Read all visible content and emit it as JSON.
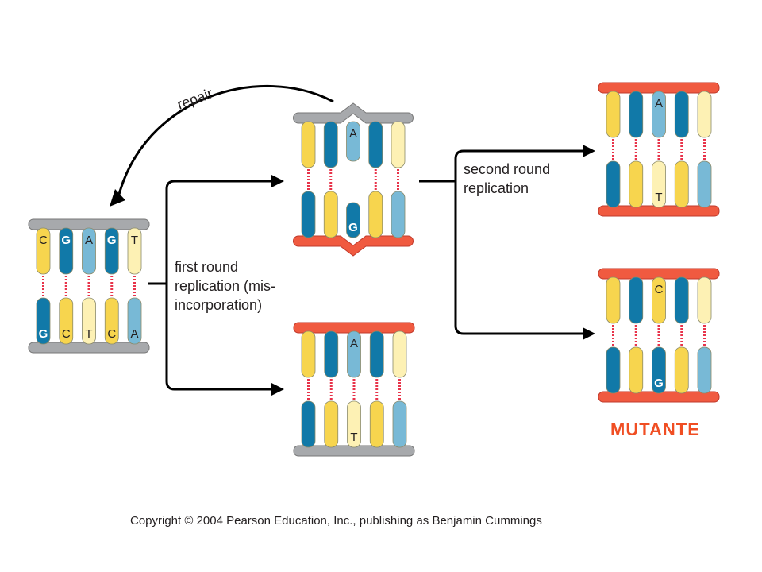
{
  "labels": {
    "repair": "repair",
    "first_round": [
      "first round",
      "replication (mis-",
      "incorporation)"
    ],
    "second_round": [
      "second round",
      "replication"
    ],
    "mutante": "MUTANTE",
    "copyright": "Copyright © 2004 Pearson Education, Inc., publishing as Benjamin Cummings"
  },
  "colors": {
    "parent_strand": "#a7a9ac",
    "new_strand": "#f05a40",
    "G": "#1179a8",
    "C": "#f7d54e",
    "A": "#78b9d6",
    "T": "#fdf1b4",
    "hbond": "#e8334a",
    "arrow": "#000000",
    "mutante_text": "#f04e23"
  },
  "duplexes": [
    {
      "id": "original",
      "top_strand": "parent",
      "bottom_strand": "parent",
      "top_bases": [
        "C",
        "G",
        "A",
        "G",
        "T"
      ],
      "bottom_bases": [
        "G",
        "C",
        "T",
        "C",
        "A"
      ],
      "top_letters": [
        "C",
        "G",
        "A",
        "G",
        "T"
      ],
      "bottom_letters": [
        "G",
        "C",
        "T",
        "C",
        "A"
      ]
    },
    {
      "id": "mismatch",
      "top_strand": "parent",
      "bottom_strand": "new",
      "top_bases": [
        "C",
        "G",
        "A",
        "G",
        "T"
      ],
      "bottom_bases": [
        "G",
        "C",
        "G",
        "C",
        "A"
      ],
      "top_letters": [
        "",
        "",
        "A",
        "",
        ""
      ],
      "bottom_letters": [
        "",
        "",
        "G",
        "",
        ""
      ]
    },
    {
      "id": "first-correct",
      "top_strand": "new",
      "bottom_strand": "parent",
      "top_bases": [
        "C",
        "G",
        "A",
        "G",
        "T"
      ],
      "bottom_bases": [
        "G",
        "C",
        "T",
        "C",
        "A"
      ],
      "top_letters": [
        "",
        "",
        "A",
        "",
        ""
      ],
      "bottom_letters": [
        "",
        "",
        "T",
        "",
        ""
      ]
    },
    {
      "id": "second-wildtype",
      "top_strand": "new",
      "bottom_strand": "new",
      "top_bases": [
        "C",
        "G",
        "A",
        "G",
        "T"
      ],
      "bottom_bases": [
        "G",
        "C",
        "T",
        "C",
        "A"
      ],
      "top_letters": [
        "",
        "",
        "A",
        "",
        ""
      ],
      "bottom_letters": [
        "",
        "",
        "T",
        "",
        ""
      ]
    },
    {
      "id": "second-mutant",
      "top_strand": "new",
      "bottom_strand": "new",
      "top_bases": [
        "C",
        "G",
        "C",
        "G",
        "T"
      ],
      "bottom_bases": [
        "G",
        "C",
        "G",
        "C",
        "A"
      ],
      "top_letters": [
        "",
        "",
        "C",
        "",
        ""
      ],
      "bottom_letters": [
        "",
        "",
        "G",
        "",
        ""
      ]
    }
  ]
}
